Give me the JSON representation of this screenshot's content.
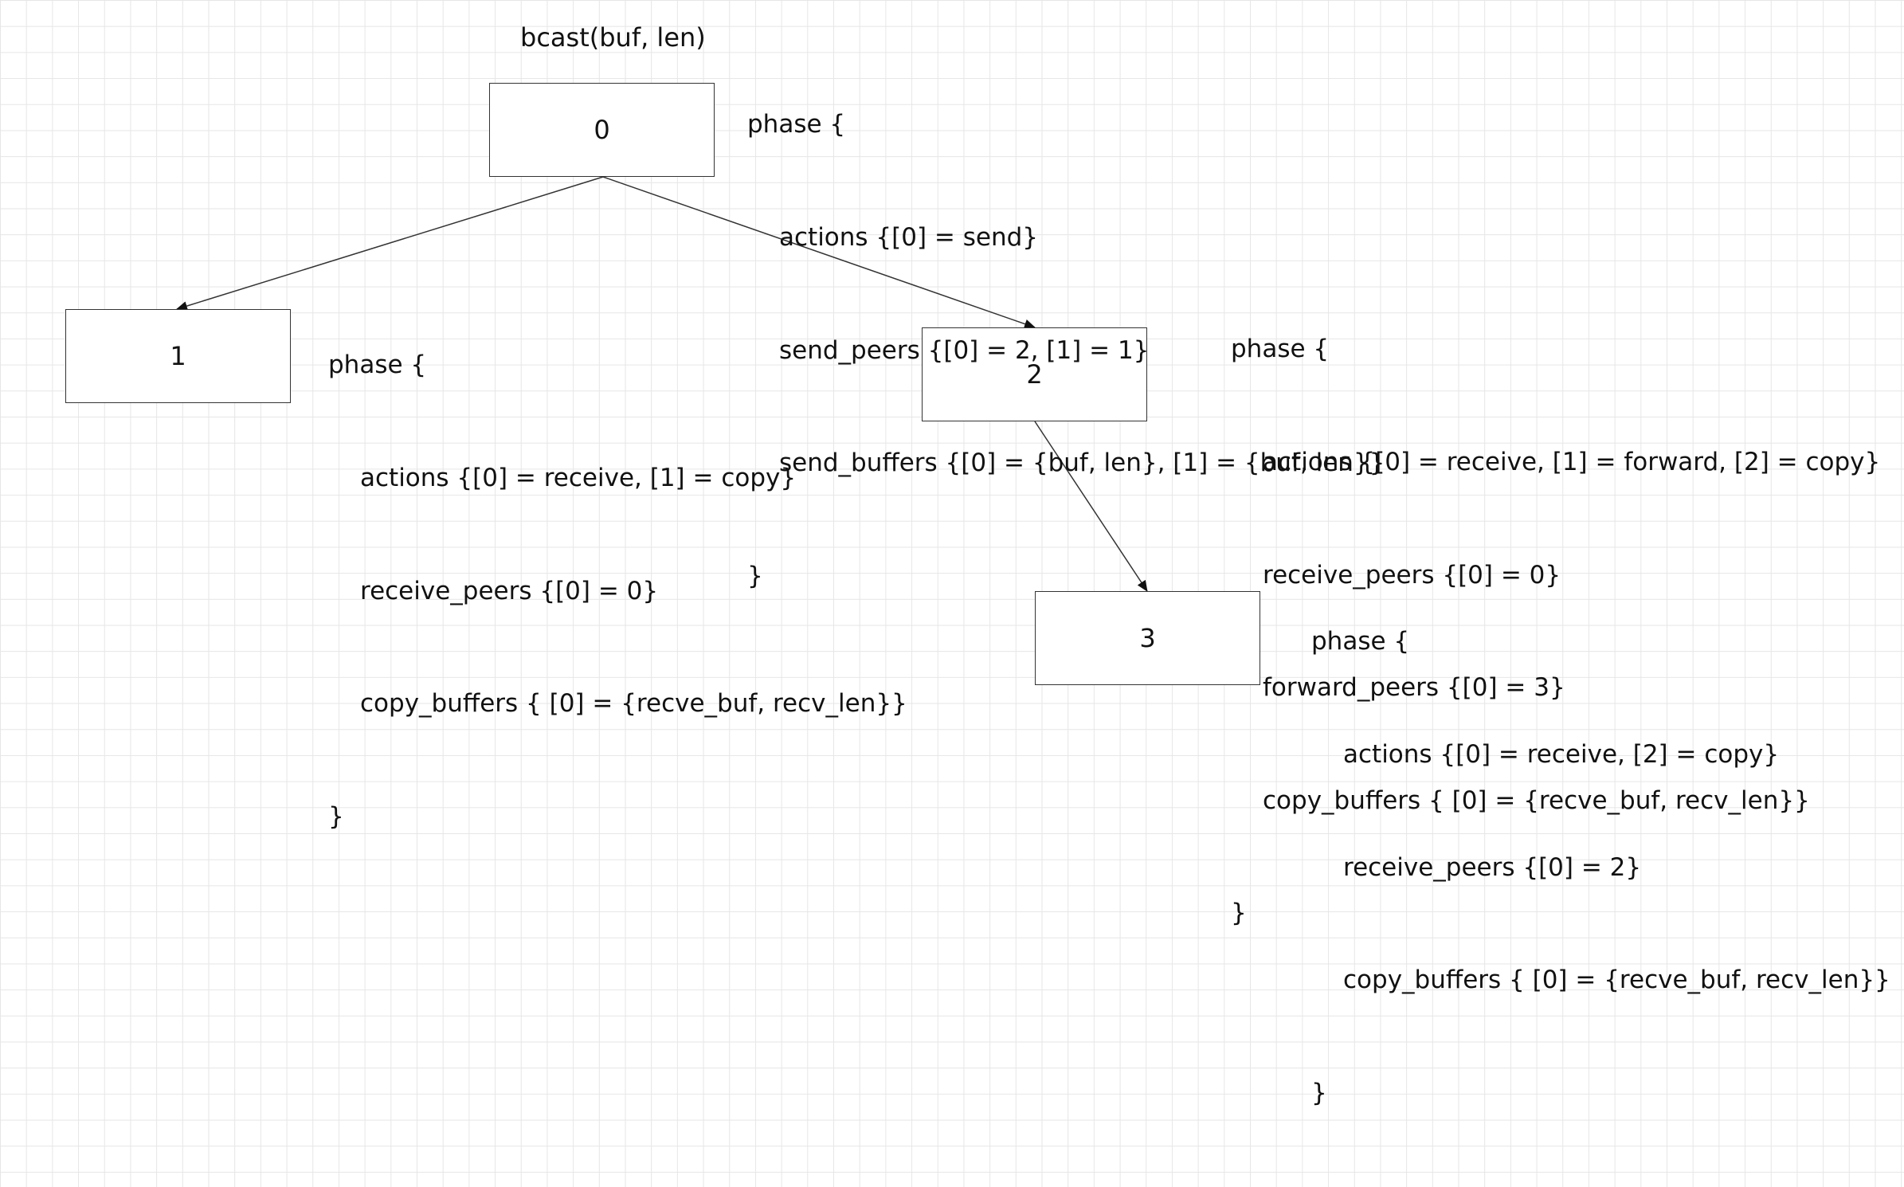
{
  "diagram": {
    "call_label": "bcast(buf, len)",
    "nodes": [
      {
        "id": "0",
        "label": "0"
      },
      {
        "id": "1",
        "label": "1"
      },
      {
        "id": "2",
        "label": "2"
      },
      {
        "id": "3",
        "label": "3"
      }
    ],
    "edges": [
      {
        "from": "0",
        "to": "1"
      },
      {
        "from": "0",
        "to": "2"
      },
      {
        "from": "2",
        "to": "3"
      }
    ],
    "phase_blocks": [
      {
        "node": "0",
        "open": "phase {",
        "lines": [
          "actions {[0] = send}",
          "send_peers {[0] = 2, [1] = 1}",
          "send_buffers {[0] = {buf, len}, [1] = {buf, len}}"
        ],
        "close": "}"
      },
      {
        "node": "1",
        "open": "phase {",
        "lines": [
          "actions {[0] = receive, [1] = copy}",
          "receive_peers {[0] = 0}",
          "copy_buffers { [0] = {recve_buf, recv_len}}"
        ],
        "close": "}"
      },
      {
        "node": "2",
        "open": "phase {",
        "lines": [
          "actions {[0] = receive, [1] = forward, [2] = copy}",
          "receive_peers {[0] = 0}",
          "forward_peers {[0] = 3}",
          "copy_buffers { [0] = {recve_buf, recv_len}}"
        ],
        "close": "}"
      },
      {
        "node": "3",
        "open": "phase {",
        "lines": [
          "actions {[0] = receive, [2] = copy}",
          "receive_peers {[0] = 2}",
          "copy_buffers { [0] = {recve_buf, recv_len}}"
        ],
        "close": "}"
      }
    ]
  }
}
